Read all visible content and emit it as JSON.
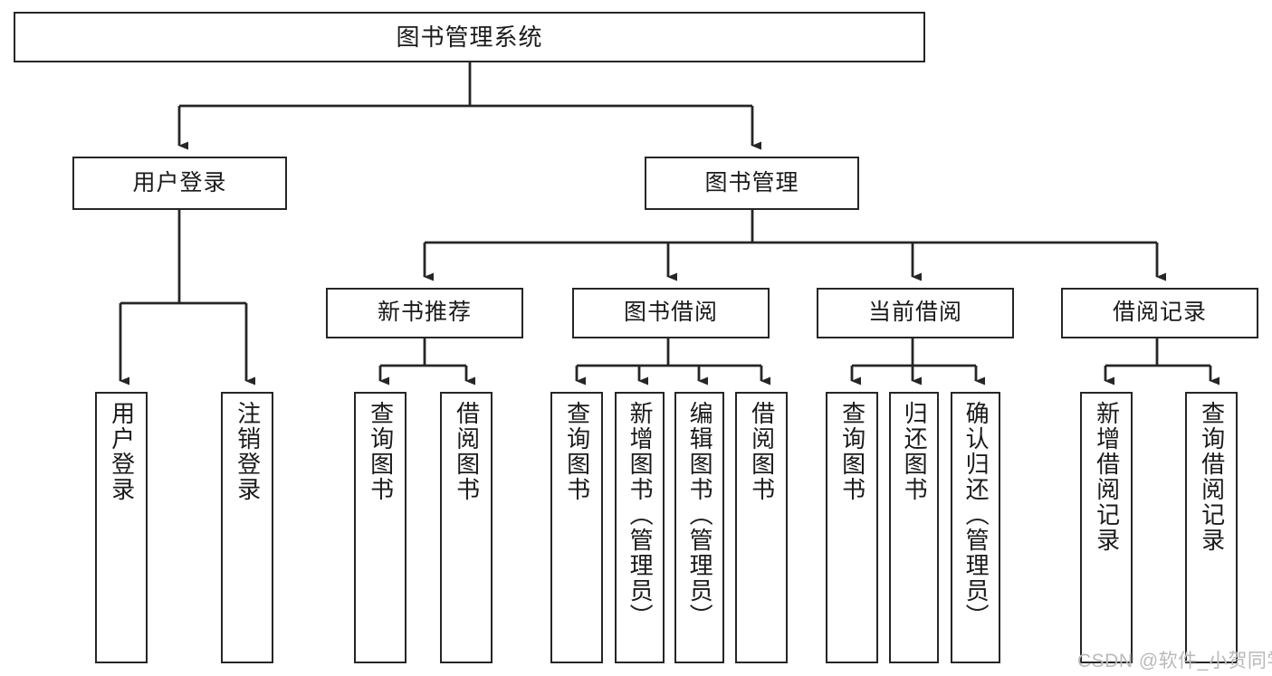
{
  "diagram": {
    "title": "图书管理系统",
    "type": "tree-hierarchy",
    "levels": {
      "root": {
        "label": "图书管理系统"
      },
      "level2": [
        {
          "label": "用户登录"
        },
        {
          "label": "图书管理"
        }
      ],
      "level3": [
        {
          "label": "新书推荐"
        },
        {
          "label": "图书借阅"
        },
        {
          "label": "当前借阅"
        },
        {
          "label": "借阅记录"
        }
      ],
      "leaves": {
        "user_login": [
          {
            "label": "用户登录"
          },
          {
            "label": "注销登录"
          }
        ],
        "new_book_recommend": [
          {
            "label": "查询图书"
          },
          {
            "label": "借阅图书"
          }
        ],
        "book_borrow": [
          {
            "label": "查询图书"
          },
          {
            "label": "新增图书（管理员）"
          },
          {
            "label": "编辑图书（管理员）"
          },
          {
            "label": "借阅图书"
          }
        ],
        "current_borrow": [
          {
            "label": "查询图书"
          },
          {
            "label": "归还图书"
          },
          {
            "label": "确认归还（管理员）"
          }
        ],
        "borrow_record": [
          {
            "label": "新增借阅记录"
          },
          {
            "label": "查询借阅记录"
          }
        ]
      }
    }
  },
  "watermark": {
    "text": "CSDN @软件_小贺同学"
  },
  "colors": {
    "stroke": "#262626",
    "background": "#ffffff",
    "text": "#1a1a1a",
    "watermark": "#b9b9b9"
  }
}
